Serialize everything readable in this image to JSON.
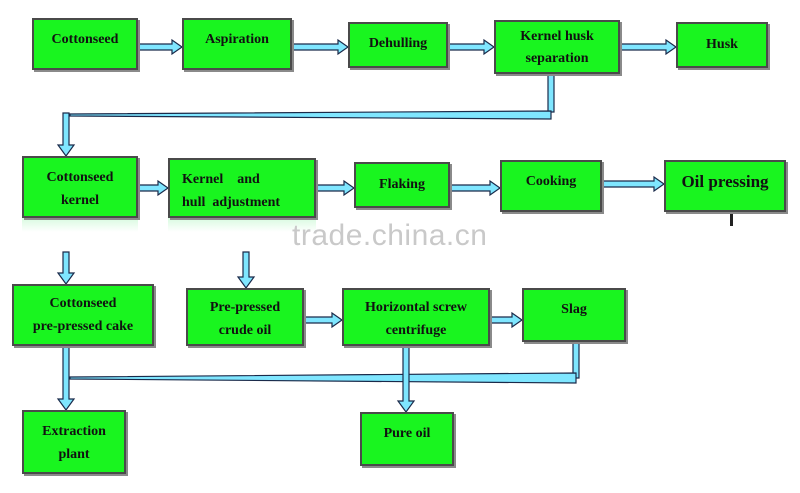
{
  "colors": {
    "box_fill": "#19f51f",
    "box_border": "#4a4a4a",
    "arrow_fill": "#7fe6ff",
    "arrow_stroke": "#1a2a4a"
  },
  "nodes": {
    "cottonseed": "Cottonseed",
    "aspiration": "Aspiration",
    "dehulling": "Dehulling",
    "kernel_husk_separation_1": "Kernel husk",
    "kernel_husk_separation_2": "separation",
    "husk": "Husk",
    "cottonseed_kernel_1": "Cottonseed",
    "cottonseed_kernel_2": "kernel",
    "kernel_hull_adjustment_1": "Kernel    and",
    "kernel_hull_adjustment_2": "hull  adjustment",
    "flaking": "Flaking",
    "cooking": "Cooking",
    "oil_pressing": "Oil pressing",
    "pre_pressed_cake_1": "Cottonseed",
    "pre_pressed_cake_2": "pre-pressed cake",
    "pre_pressed_crude_oil_1": "Pre-pressed",
    "pre_pressed_crude_oil_2": "crude oil",
    "horizontal_centrifuge_1": "Horizontal screw",
    "horizontal_centrifuge_2": "centrifuge",
    "slag": "Slag",
    "extraction_plant_1": "Extraction",
    "extraction_plant_2": "plant",
    "pure_oil": "Pure oil"
  },
  "watermark": "trade.china.cn"
}
